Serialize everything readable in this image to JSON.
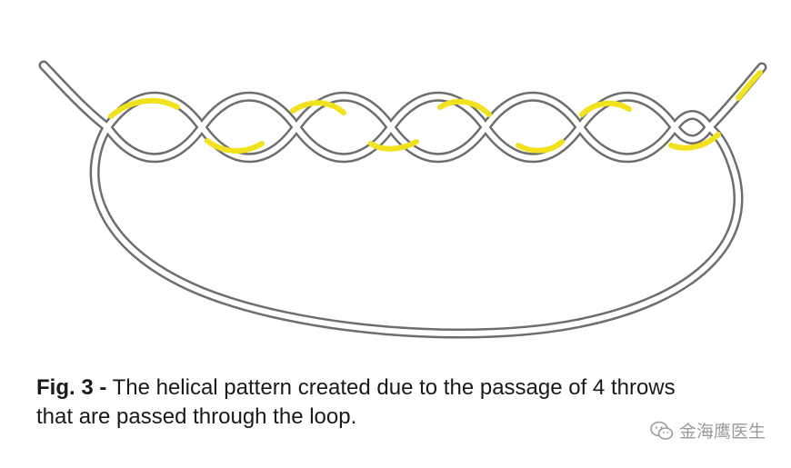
{
  "colors": {
    "strand_outline": "#6e6e6e",
    "strand_fill": "#ffffff",
    "highlight": "#f2e21e",
    "caption_text": "#1a1a1a",
    "watermark": "#9a9a9a"
  },
  "caption": {
    "lead": "Fig. 3 -",
    "line1_rest": " The helical pattern created due to the passage of 4 throws",
    "line2": "that are passed through the loop."
  },
  "watermark": {
    "icon": "wechat-icon",
    "text": "金海鹰医生"
  }
}
